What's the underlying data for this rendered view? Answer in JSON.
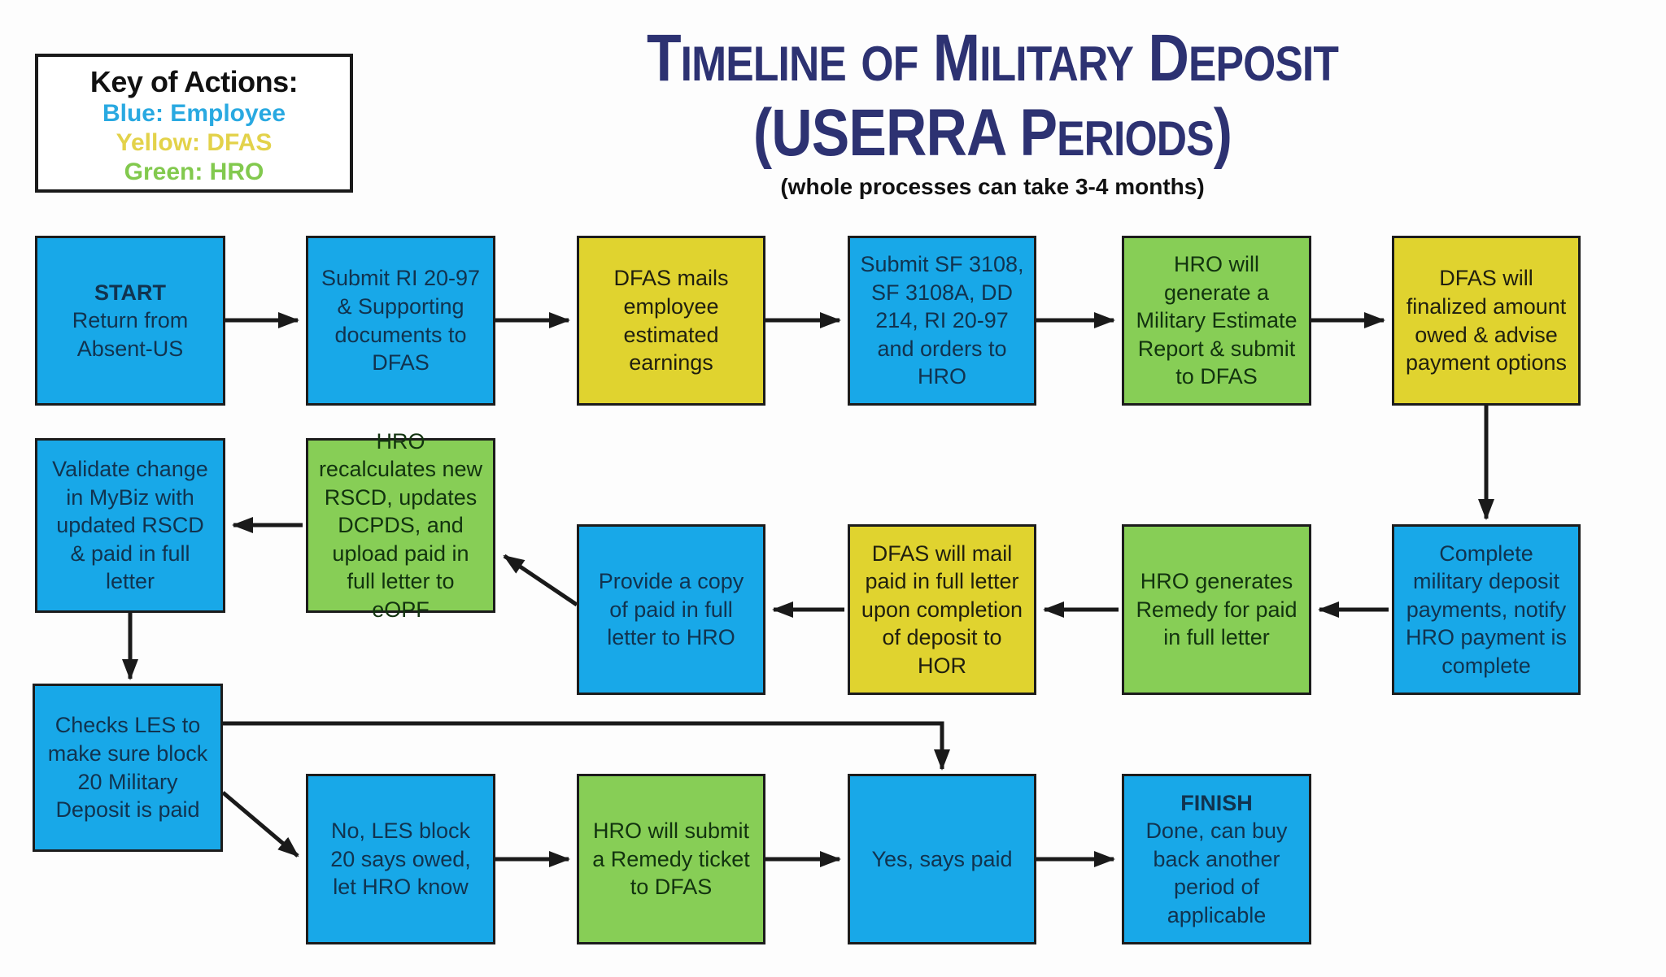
{
  "key": {
    "title": "Key of Actions:",
    "entries": [
      {
        "label": "Blue: Employee",
        "color": "#29a9e1"
      },
      {
        "label": "Yellow: DFAS",
        "color": "#e3d24a"
      },
      {
        "label": "Green: HRO",
        "color": "#82c94e"
      }
    ]
  },
  "title": {
    "line1": "Timeline of Military Deposit",
    "line2": "(USERRA Periods)",
    "subtitle": "(whole processes can take 3-4 months)",
    "color": "#2d3272"
  },
  "roles": {
    "employee": {
      "bg": "#18a8e8",
      "text": "#11334f"
    },
    "dfas": {
      "bg": "#e0d32f",
      "text": "#201f0f"
    },
    "hro": {
      "bg": "#87ce56",
      "text": "#12330f"
    }
  },
  "nodes": {
    "start": {
      "label": "START",
      "text": "Return from Absent-US",
      "role": "employee"
    },
    "submit_ri": {
      "label": "",
      "text": "Submit RI 20-97 & Supporting documents to DFAS",
      "role": "employee"
    },
    "dfas_mails": {
      "label": "",
      "text": "DFAS mails employee estimated earnings",
      "role": "dfas"
    },
    "submit_sf": {
      "label": "",
      "text": "Submit SF 3108, SF 3108A, DD 214, RI 20-97 and orders to HRO",
      "role": "employee"
    },
    "hro_estimate": {
      "label": "",
      "text": "HRO will generate a Military Estimate Report & submit to DFAS",
      "role": "hro"
    },
    "dfas_finalize": {
      "label": "",
      "text": "DFAS will finalized amount owed & advise payment options",
      "role": "dfas"
    },
    "complete": {
      "label": "",
      "text": "Complete military deposit payments, notify HRO payment is complete",
      "role": "employee"
    },
    "hro_remedy": {
      "label": "",
      "text": "HRO generates Remedy for paid in full letter",
      "role": "hro"
    },
    "dfas_letter": {
      "label": "",
      "text": "DFAS will mail paid in full letter upon completion of deposit to HOR",
      "role": "dfas"
    },
    "provide": {
      "label": "",
      "text": "Provide a copy of paid in full letter to HRO",
      "role": "employee"
    },
    "hro_recalc": {
      "label": "",
      "text": "HRO recalculates new RSCD, updates DCPDS, and upload paid in full letter to eOPF",
      "role": "hro"
    },
    "validate": {
      "label": "",
      "text": "Validate change in MyBiz with updated RSCD & paid in full letter",
      "role": "employee"
    },
    "checks": {
      "label": "",
      "text": "Checks LES to make sure block 20 Military Deposit is paid",
      "role": "employee"
    },
    "no_les": {
      "label": "",
      "text": "No, LES block 20 says owed, let HRO know",
      "role": "employee"
    },
    "hro_ticket": {
      "label": "",
      "text": "HRO will submit a Remedy ticket to DFAS",
      "role": "hro"
    },
    "yes_paid": {
      "label": "",
      "text": "Yes, says paid",
      "role": "employee"
    },
    "finish": {
      "label": "FINISH",
      "text": "Done, can buy back another period of applicable",
      "role": "employee"
    }
  },
  "edges": [
    {
      "from": "start",
      "to": "submit_ri"
    },
    {
      "from": "submit_ri",
      "to": "dfas_mails"
    },
    {
      "from": "dfas_mails",
      "to": "submit_sf"
    },
    {
      "from": "submit_sf",
      "to": "hro_estimate"
    },
    {
      "from": "hro_estimate",
      "to": "dfas_finalize"
    },
    {
      "from": "dfas_finalize",
      "to": "complete"
    },
    {
      "from": "complete",
      "to": "hro_remedy"
    },
    {
      "from": "hro_remedy",
      "to": "dfas_letter"
    },
    {
      "from": "dfas_letter",
      "to": "provide"
    },
    {
      "from": "provide",
      "to": "hro_recalc"
    },
    {
      "from": "hro_recalc",
      "to": "validate"
    },
    {
      "from": "validate",
      "to": "checks"
    },
    {
      "from": "checks",
      "to": "yes_paid"
    },
    {
      "from": "checks",
      "to": "no_les"
    },
    {
      "from": "no_les",
      "to": "hro_ticket"
    },
    {
      "from": "hro_ticket",
      "to": "yes_paid"
    },
    {
      "from": "yes_paid",
      "to": "finish"
    }
  ]
}
